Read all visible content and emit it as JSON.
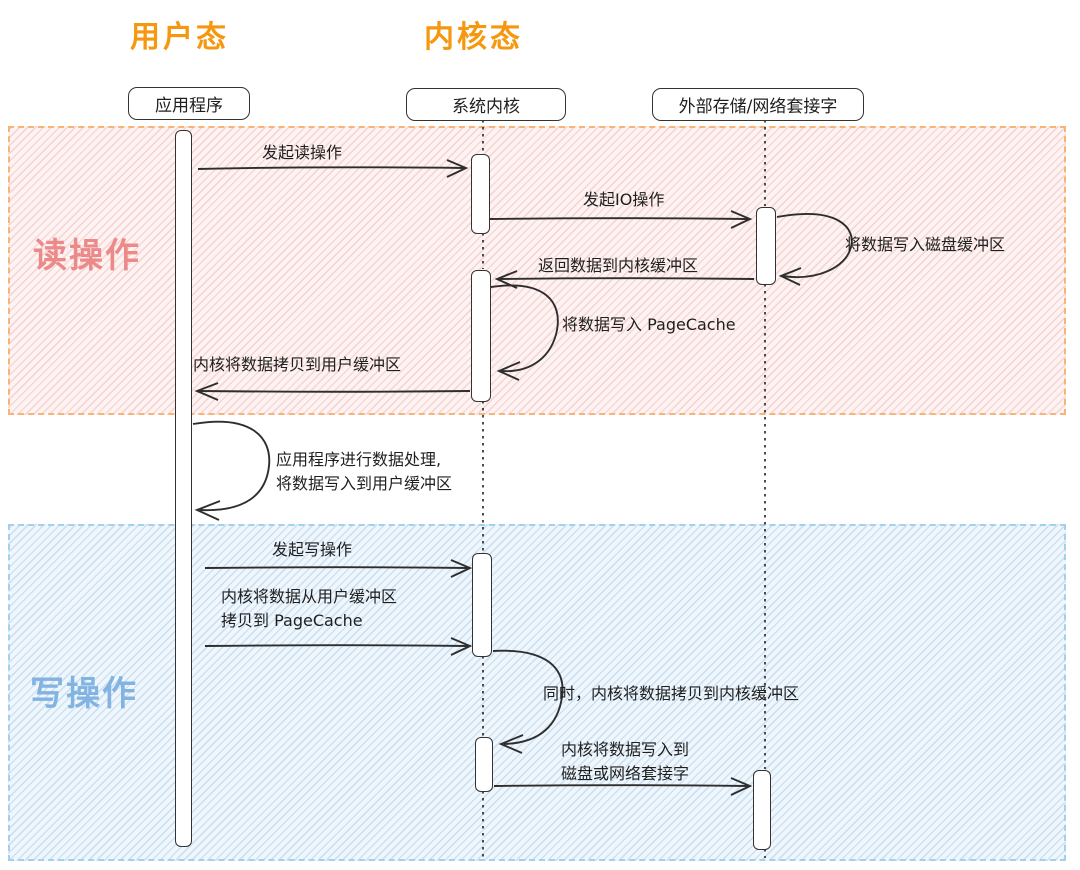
{
  "headers": {
    "user_mode": "用户态",
    "kernel_mode": "内核态"
  },
  "lifelines": [
    {
      "label": "应用程序"
    },
    {
      "label": "系统内核"
    },
    {
      "label": "外部存储/网络套接字"
    }
  ],
  "regions": {
    "read": {
      "label": "读操作",
      "label_color": "#ec8a8a",
      "border_color": "#f6b577"
    },
    "write": {
      "label": "写操作",
      "label_color": "#82b3e1",
      "border_color": "#a5d0ec"
    }
  },
  "colors": {
    "mode_header": "#f5980f",
    "line": "#2e2e2e"
  },
  "messages": {
    "m1": "发起读操作",
    "m2": "发起IO操作",
    "m3": "将数据写入磁盘缓冲区",
    "m4": "返回数据到内核缓冲区",
    "m5": "将数据写入 PageCache",
    "m6": "内核将数据拷贝到用户缓冲区",
    "m7_line1": "应用程序进行数据处理,",
    "m7_line2": "将数据写入到用户缓冲区",
    "m8": "发起写操作",
    "m9_line1": "内核将数据从用户缓冲区",
    "m9_line2": "拷贝到 PageCache",
    "m10": "同时，内核将数据拷贝到内核缓冲区",
    "m11_line1": "内核将数据写入到",
    "m11_line2": "磁盘或网络套接字"
  }
}
